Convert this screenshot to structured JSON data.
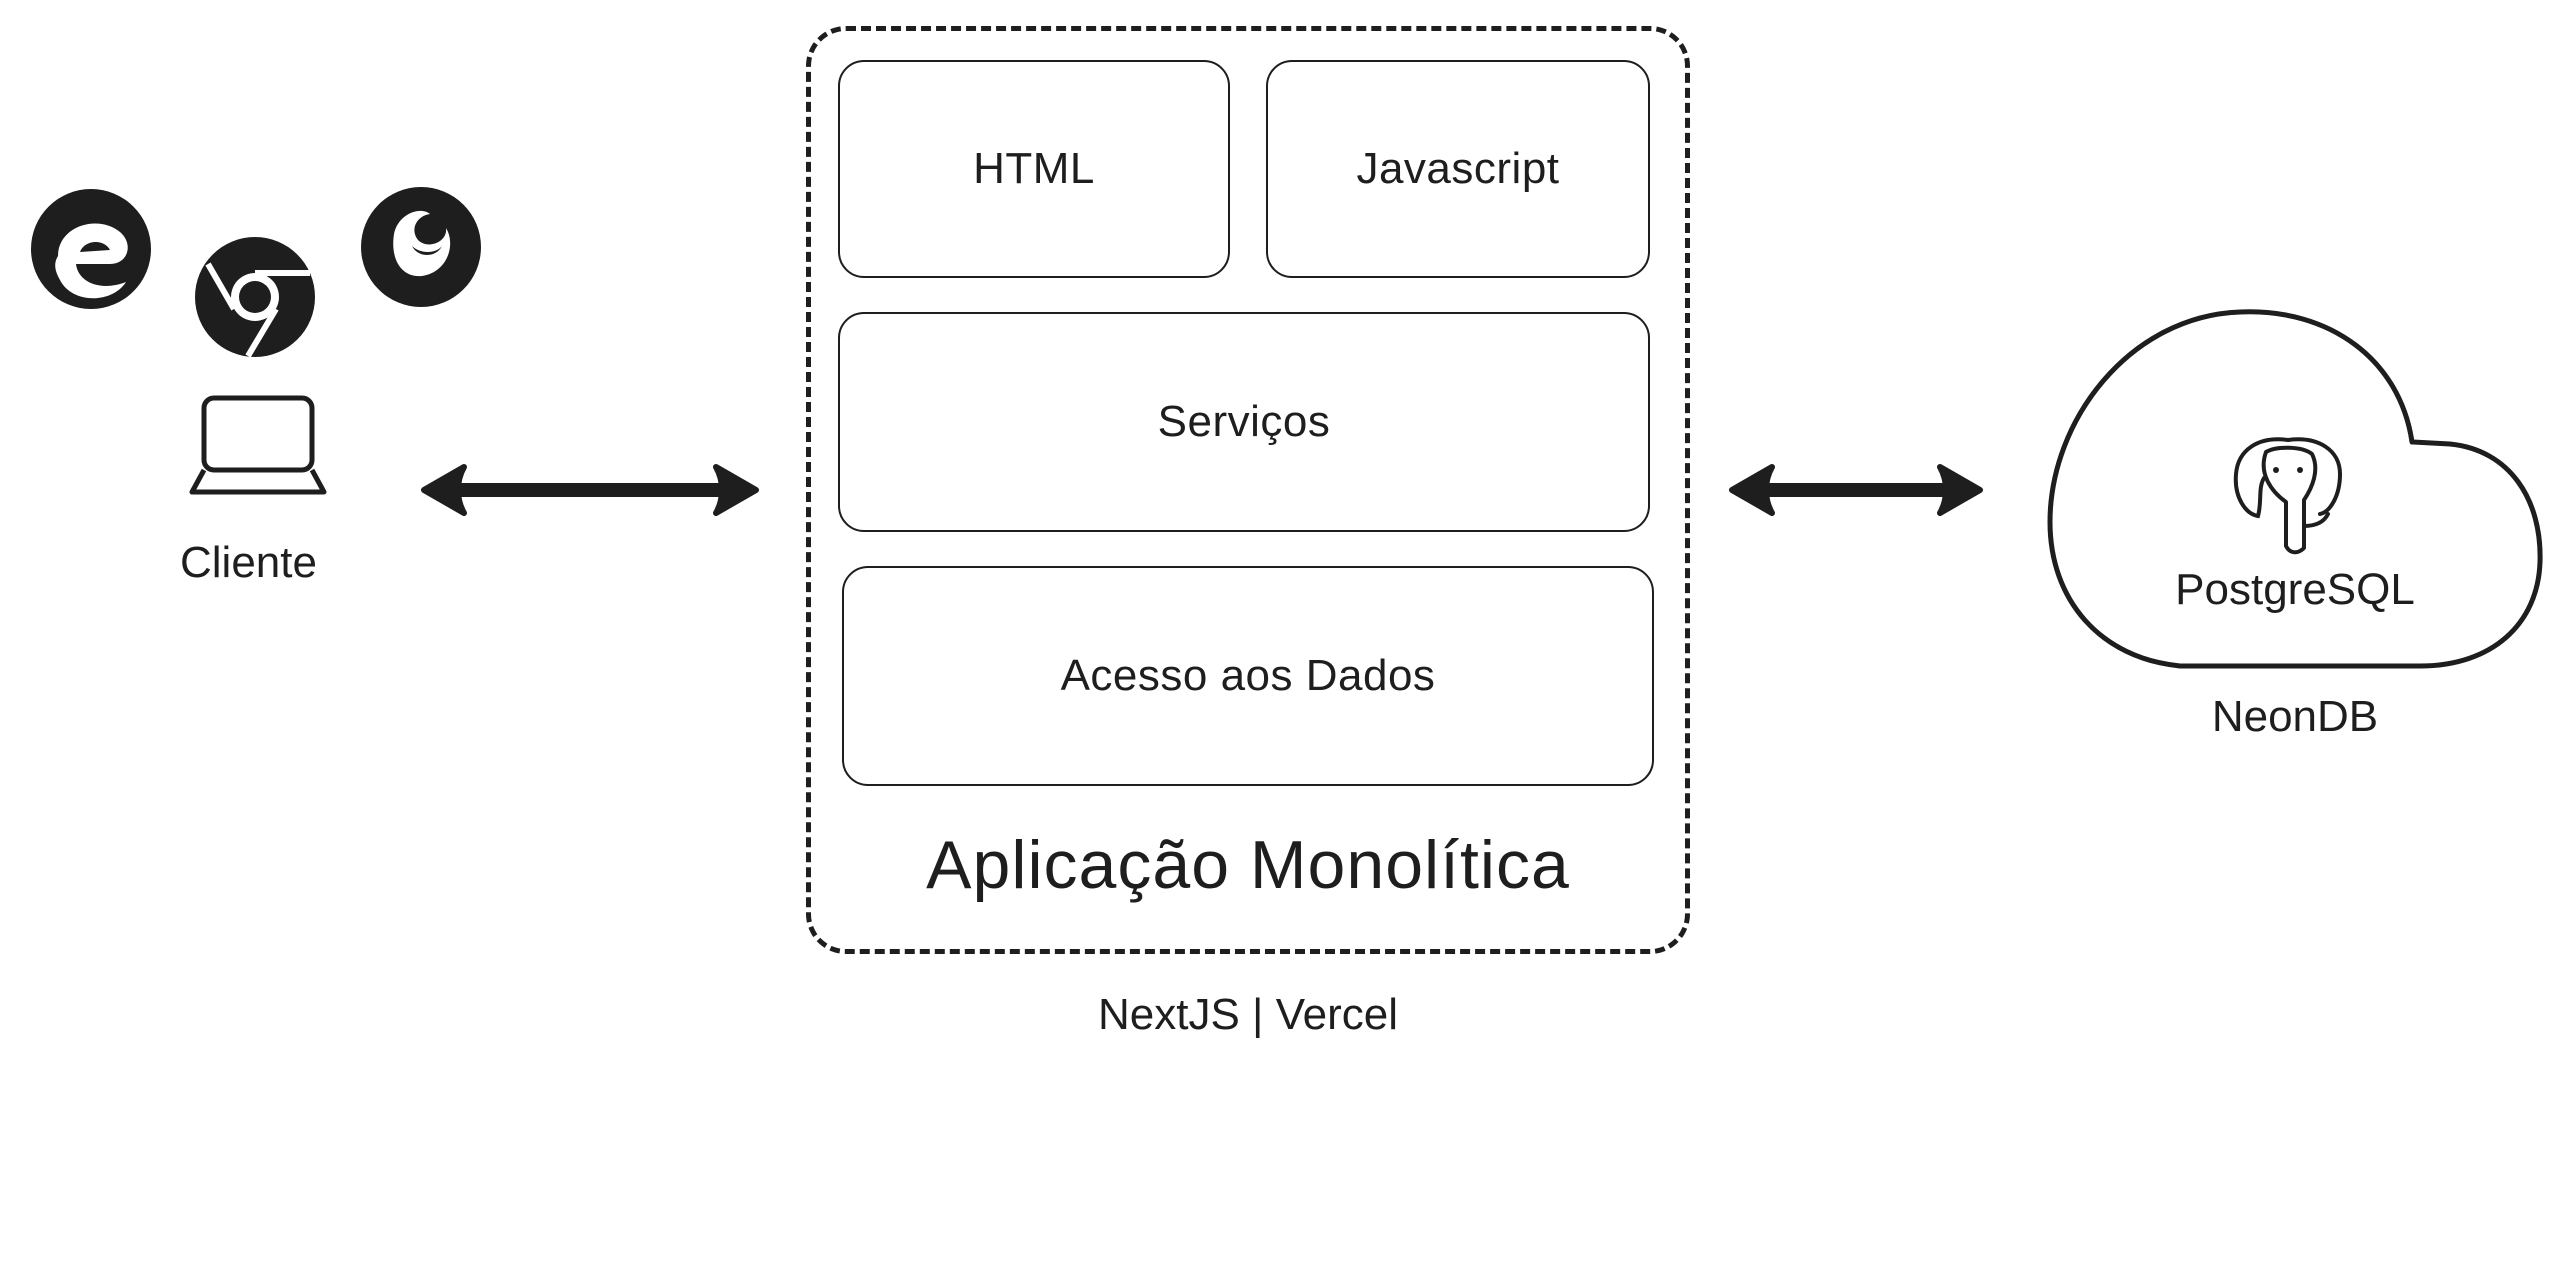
{
  "client": {
    "label": "Cliente",
    "icons": [
      "edge-browser-icon",
      "chrome-browser-icon",
      "firefox-browser-icon",
      "laptop-icon"
    ]
  },
  "app": {
    "title": "Aplicação Monolítica",
    "platform": "NextJS | Vercel",
    "layers": {
      "html": "HTML",
      "javascript": "Javascript",
      "services": "Serviços",
      "data_access": "Acesso aos Dados"
    }
  },
  "database": {
    "engine": "PostgreSQL",
    "provider": "NeonDB",
    "icons": [
      "cloud-shape",
      "postgresql-elephant-icon"
    ]
  },
  "connectors": [
    "bidirectional-arrow",
    "bidirectional-arrow"
  ],
  "colors": {
    "stroke": "#1e1e1e",
    "background": "#ffffff"
  }
}
